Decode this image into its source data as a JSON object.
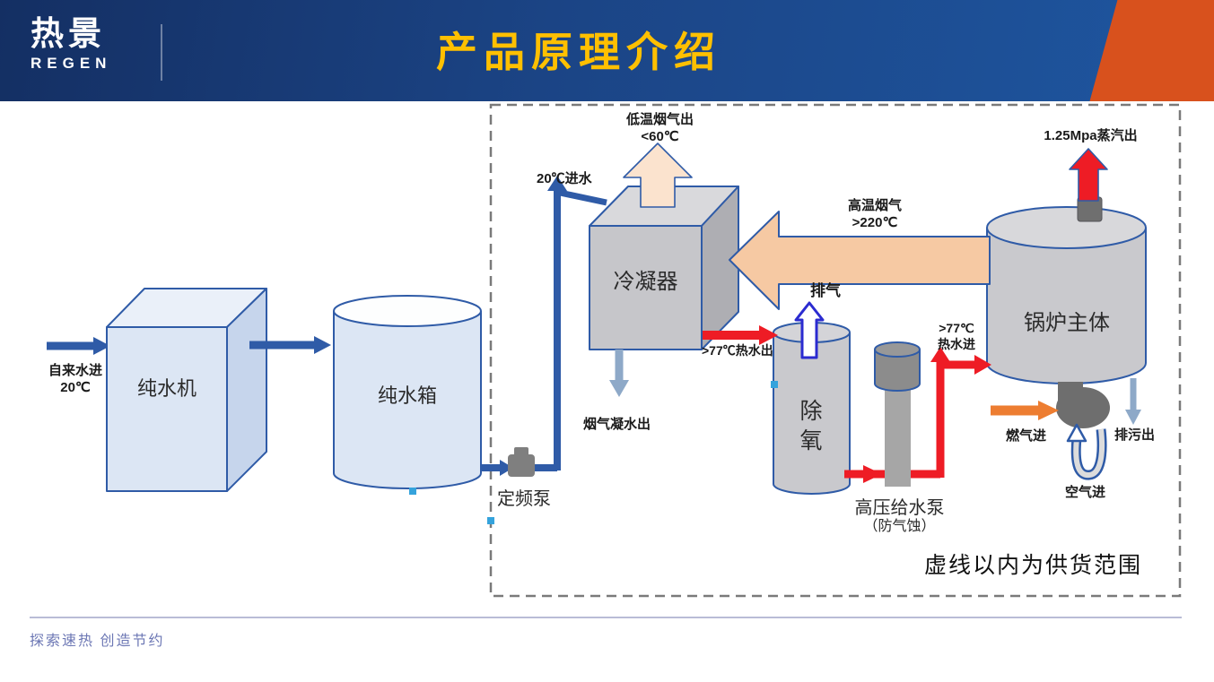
{
  "slide": {
    "header": {
      "logo_primary": "热景",
      "logo_secondary": "REGEN",
      "title": "产品原理介绍"
    },
    "footer": {
      "slogan": "探索速热 创造节约"
    },
    "colors": {
      "banner_blue_dark": "#142F63",
      "banner_blue_light": "#1E56A0",
      "corner_orange": "#D8511D",
      "title_yellow": "#FFC000",
      "pipe_blue": "#2F5BA7",
      "hot_water_red": "#EE1C25",
      "flue_gas_peach": "#F6C9A3",
      "gas_orange": "#ED7D31",
      "vessel_gray": "#C9C9CD",
      "pure_water_light_blue": "#DCE6F4",
      "condensate_blue_gray": "#8EA9C8"
    },
    "diagram": {
      "boundary_note": "虚线以内为供货范围",
      "nodes": {
        "purifier": "纯水机",
        "tank": "纯水箱",
        "fixed_pump": "定频泵",
        "condenser": "冷凝器",
        "deaerator": "除氧",
        "feed_pump": "高压给水泵",
        "feed_pump_note": "（防气蚀）",
        "boiler": "锅炉主体"
      },
      "flows": {
        "tap_in": "自来水进\n20℃",
        "inlet_20": "20℃进水",
        "low_temp_flue_out": "低温烟气出\n<60℃",
        "flue_condensate_out": "烟气凝水出",
        "hot_water_out": ">77℃热水出",
        "vent": "排气",
        "hot_water_in": ">77℃\n热水进",
        "high_temp_flue": "高温烟气\n>220℃",
        "steam_out": "1.25Mpa蒸汽出",
        "gas_in": "燃气进",
        "air_in": "空气进",
        "blowdown_out": "排污出"
      }
    }
  }
}
